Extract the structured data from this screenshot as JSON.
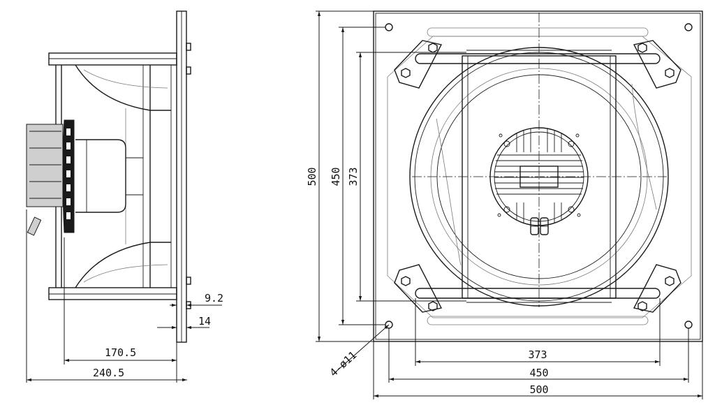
{
  "side_view": {
    "dim_flange_offset": "9.2",
    "dim_flange_thickness": "14",
    "dim_inner_depth": "170.5",
    "dim_total_depth": "240.5"
  },
  "front_view": {
    "dim_height_plate": "500",
    "dim_height_holes": "450",
    "dim_height_inner": "373",
    "dim_width_inner": "373",
    "dim_width_holes": "450",
    "dim_width_plate": "500",
    "hole_callout": "4-ø11"
  }
}
